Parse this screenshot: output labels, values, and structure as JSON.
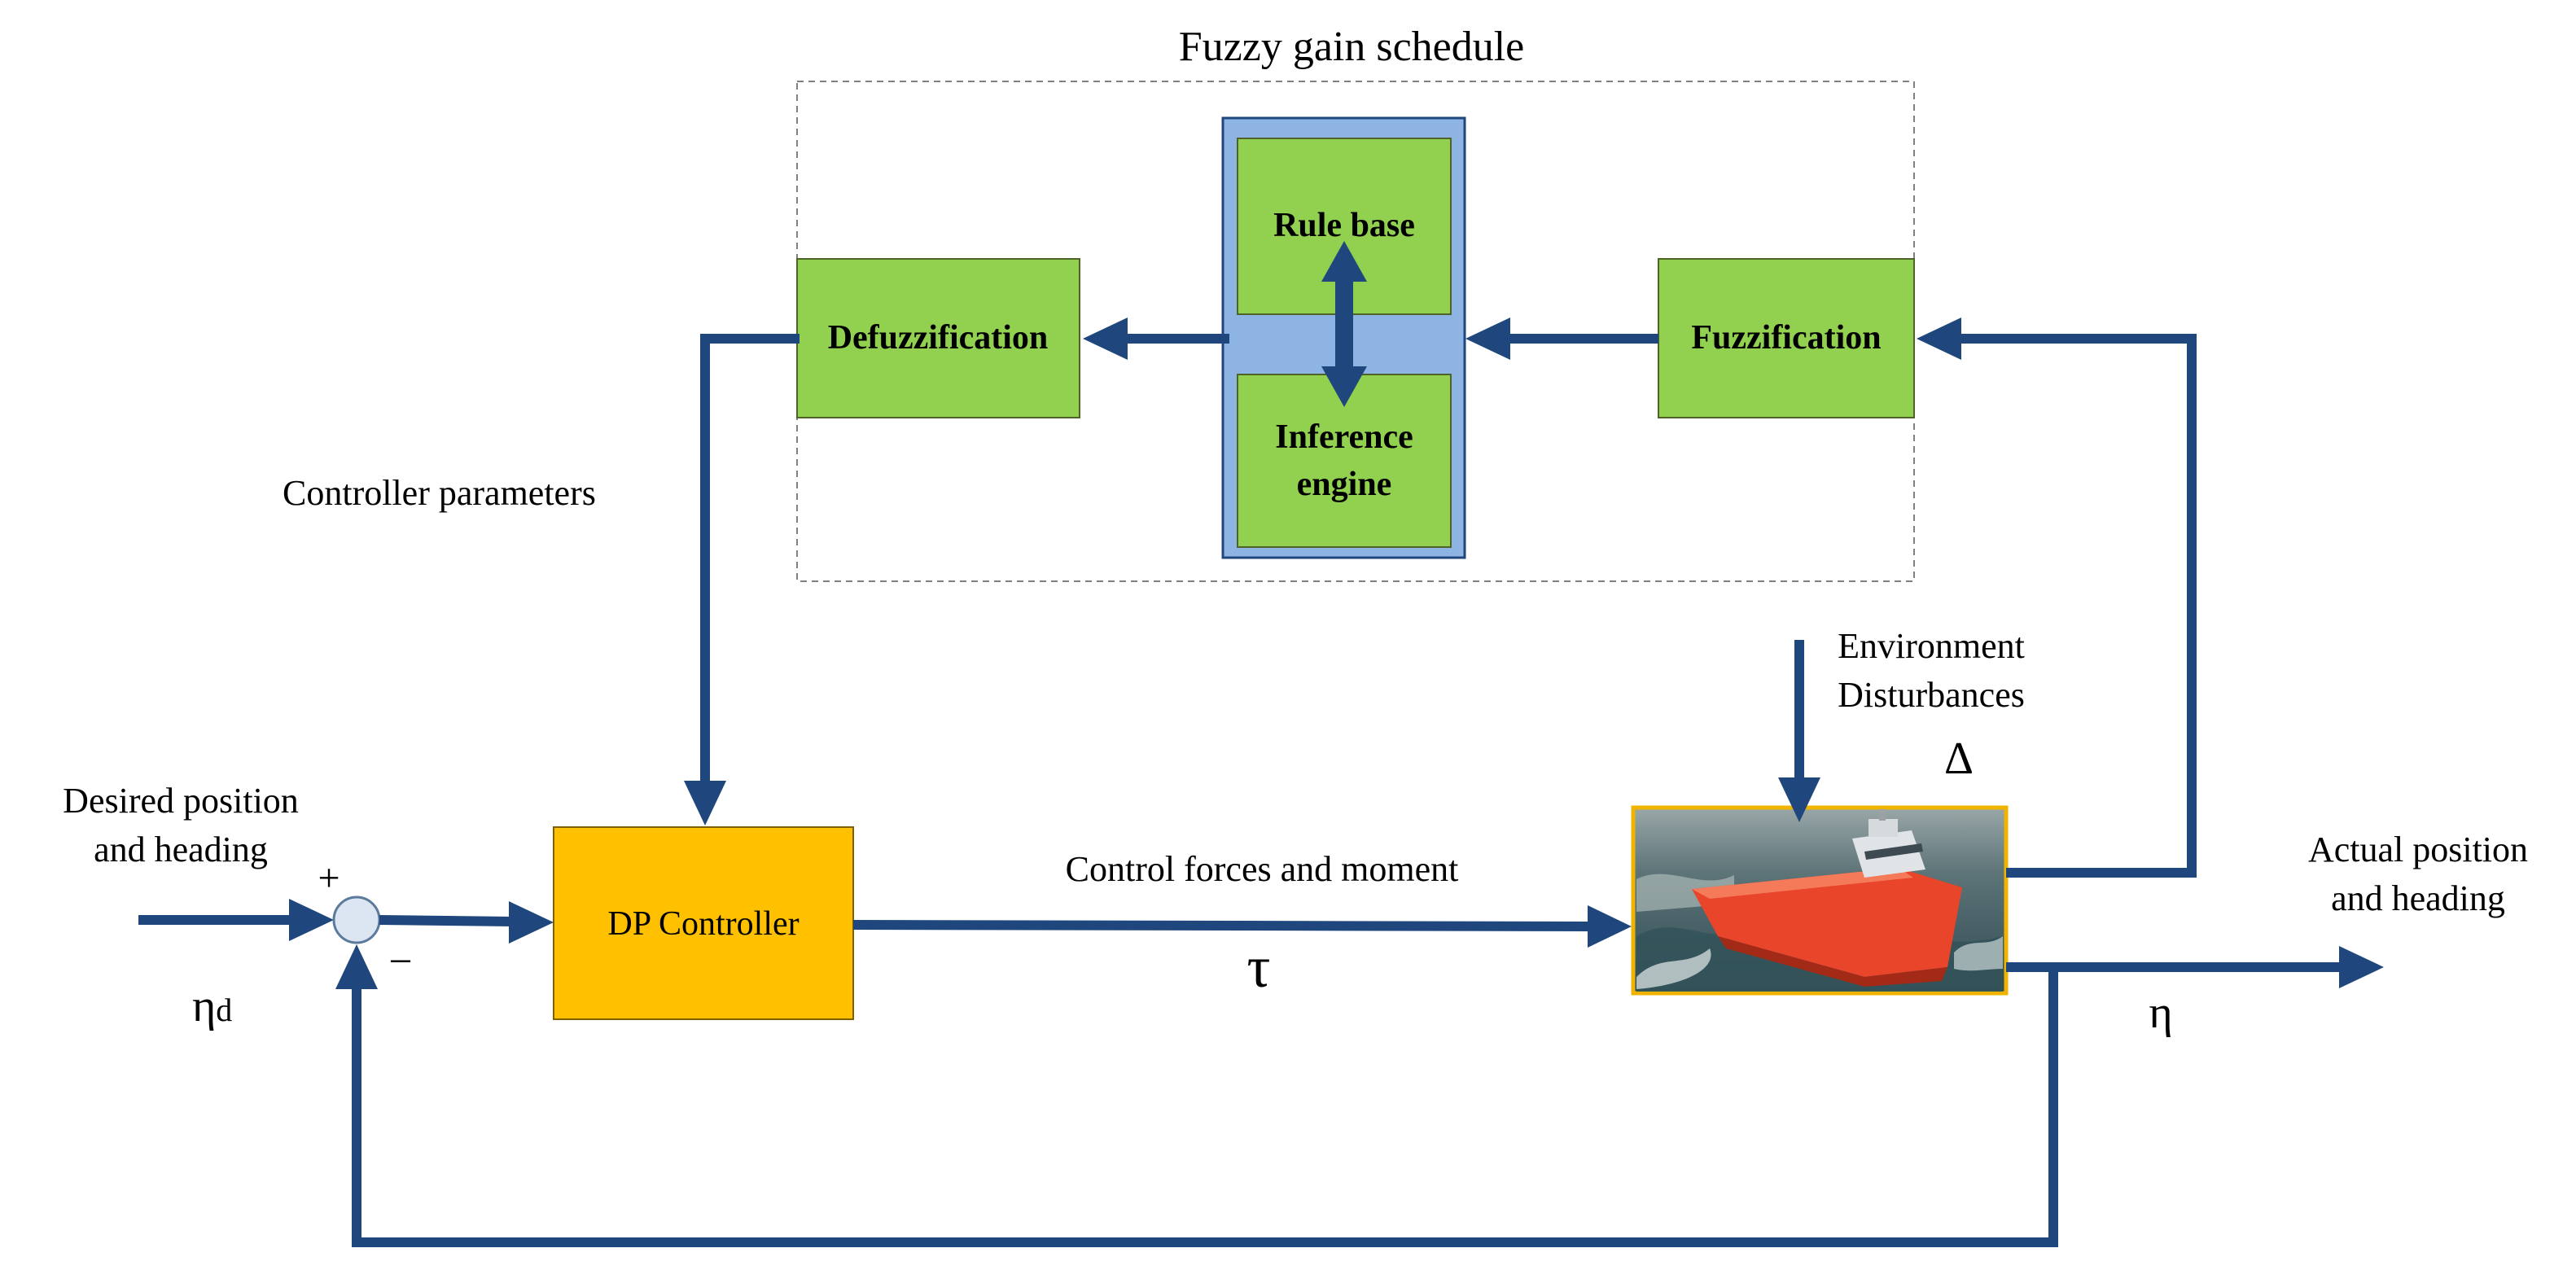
{
  "diagram": {
    "fuzzy_title": "Fuzzy gain schedule",
    "rule_base": "Rule base",
    "inference_line1": "Inference",
    "inference_line2": "engine",
    "defuzzification": "Defuzzification",
    "fuzzification": "Fuzzification",
    "controller_parameters": "Controller parameters",
    "environment_line1": "Environment",
    "environment_line2": "Disturbances",
    "delta": "Δ",
    "desired_line1": "Desired position",
    "desired_line2": "and heading",
    "plus": "+",
    "minus": "−",
    "eta": "η",
    "eta_d_sub": "d",
    "dp_controller": "DP Controller",
    "control_forces": "Control forces and moment",
    "tau": "τ",
    "actual_line1": "Actual position",
    "actual_line2": "and heading",
    "eta_out": "η"
  },
  "colors": {
    "arrow": "#1f477d",
    "green_block": "#92d050",
    "blue_container": "#8eb4e3",
    "dp_block": "#ffc000",
    "summing_junction": "#dce6f2",
    "vessel_hull": "#e8452a",
    "sea": "#3e5f6a"
  },
  "icons": {
    "vessel": "offshore-supply-vessel-image"
  }
}
